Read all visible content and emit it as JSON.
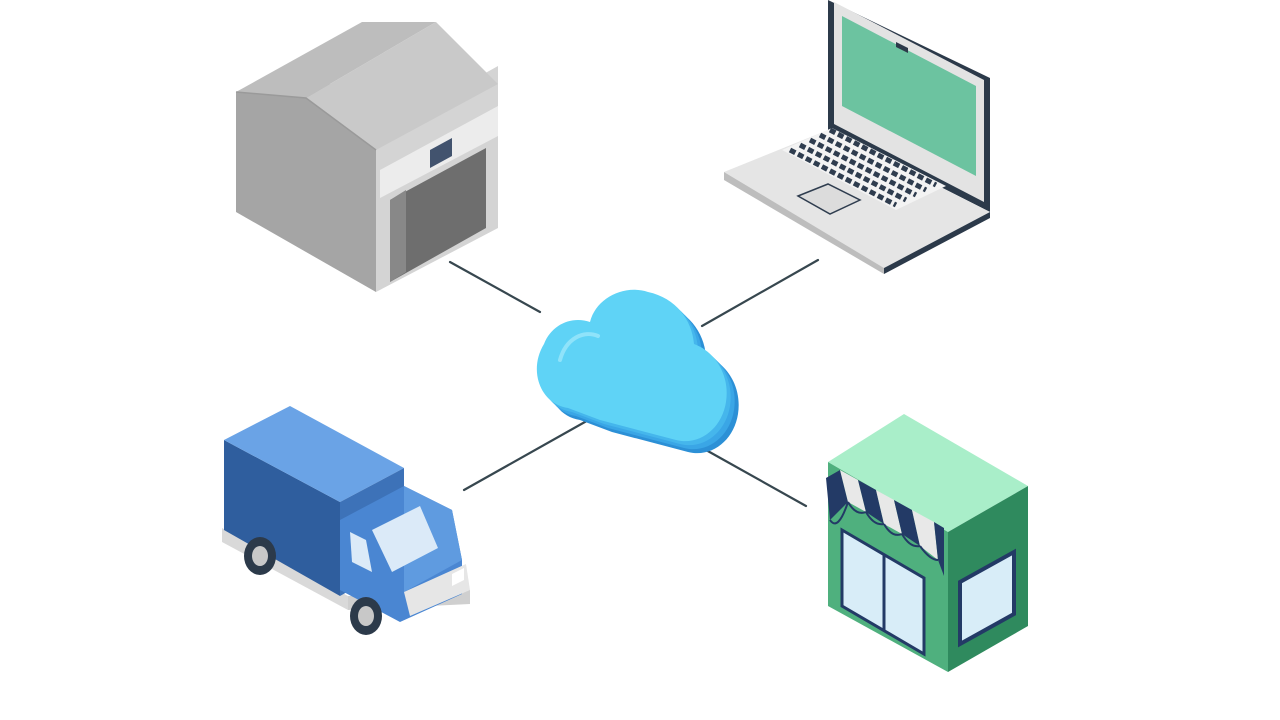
{
  "diagram": {
    "hub": {
      "icon": "cloud-icon"
    },
    "nodes": [
      {
        "id": "warehouse",
        "icon": "warehouse-icon"
      },
      {
        "id": "laptop",
        "icon": "laptop-icon"
      },
      {
        "id": "truck",
        "icon": "delivery-truck-icon"
      },
      {
        "id": "store",
        "icon": "storefront-icon"
      }
    ],
    "connections": [
      {
        "from": "cloud",
        "to": "warehouse"
      },
      {
        "from": "cloud",
        "to": "laptop"
      },
      {
        "from": "cloud",
        "to": "truck"
      },
      {
        "from": "cloud",
        "to": "store"
      }
    ]
  },
  "colors": {
    "cloud": "#4fc8f0",
    "connector": "#37474f",
    "warehouse_gray": "#a8a8a8",
    "laptop_screen": "#6cc3a0",
    "truck_blue": "#2f5e9e",
    "store_green": "#4fb07e"
  }
}
